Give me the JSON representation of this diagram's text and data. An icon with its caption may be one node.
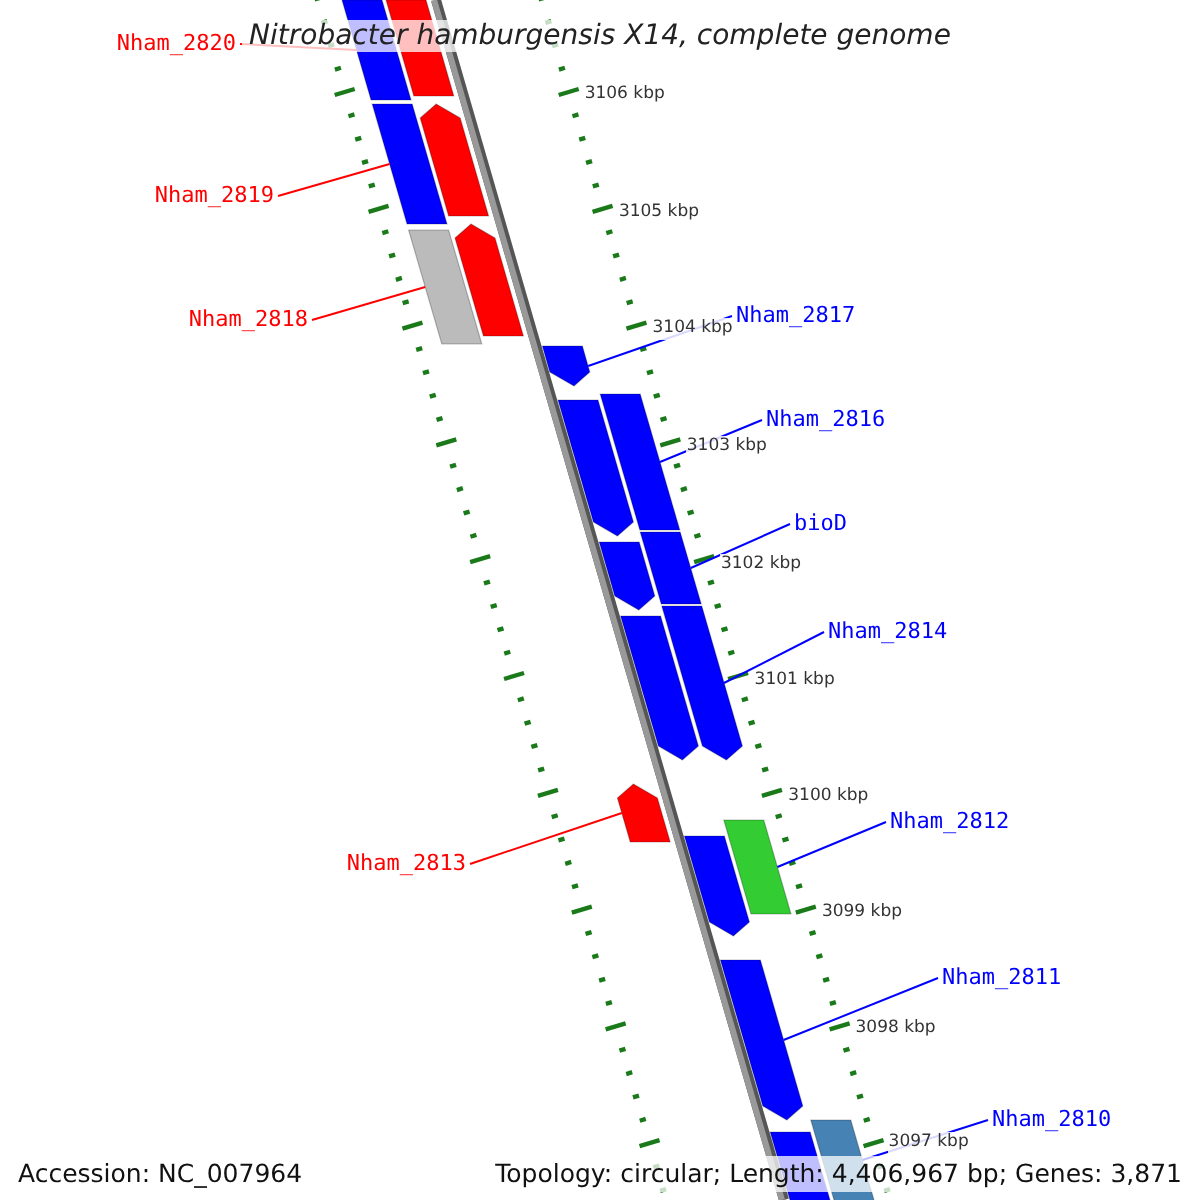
{
  "diagram": {
    "title": "Nitrobacter hamburgensis X14, complete genome",
    "nodes": [
      {
        "text": [
          "Nham_2820"
        ]
      },
      {
        "text": [
          "Nham_2819"
        ]
      },
      {
        "text": [
          "Nham_2818"
        ]
      },
      {
        "text": [
          "Nham_2817"
        ]
      },
      {
        "text": [
          "Nham_2816"
        ]
      },
      {
        "text": [
          "bioD"
        ]
      },
      {
        "text": [
          "Nham_2814"
        ]
      },
      {
        "text": [
          "Nham_2813"
        ]
      },
      {
        "text": [
          "Nham_2812"
        ]
      },
      {
        "text": [
          "Nham_2811"
        ]
      },
      {
        "text": [
          "Nham_2810"
        ]
      },
      {
        "text": [],
        "shape": "bar"
      },
      {
        "text": [],
        "shape": "bar"
      },
      {
        "text": [],
        "shape": "bar"
      },
      {
        "text": [],
        "shape": "bar"
      },
      {
        "text": [],
        "shape": "bar"
      },
      {
        "text": [],
        "shape": "bar"
      },
      {
        "text": [],
        "shape": "bar"
      },
      {
        "text": [],
        "shape": "bar"
      },
      {
        "text": [],
        "shape": "bar"
      },
      {
        "text": [],
        "shape": "bar"
      },
      {
        "text": [],
        "shape": "bar"
      }
    ],
    "edges": [
      {
        "from": 0,
        "to": 11,
        "arrow": "none",
        "color": "#ff0000"
      },
      {
        "from": 1,
        "to": 12,
        "arrow": "none",
        "color": "#ff0000"
      },
      {
        "from": 2,
        "to": 13,
        "arrow": "none",
        "color": "#ff0000"
      },
      {
        "from": 3,
        "to": 14,
        "arrow": "none"
      },
      {
        "from": 4,
        "to": 15,
        "arrow": "none"
      },
      {
        "from": 5,
        "to": 16,
        "arrow": "none"
      },
      {
        "from": 6,
        "to": 17,
        "arrow": "none"
      },
      {
        "from": 7,
        "to": 18,
        "arrow": "none",
        "color": "#ff0000"
      },
      {
        "from": 8,
        "to": 19,
        "arrow": "none"
      },
      {
        "from": 9,
        "to": 20,
        "arrow": "none"
      },
      {
        "from": 10,
        "to": 21,
        "arrow": "none"
      }
    ],
    "labels": [
      "3106 kbp",
      "3105 kbp",
      "3104 kbp",
      "3103 kbp",
      "3102 kbp",
      "3101 kbp",
      "3100 kbp",
      "3099 kbp",
      "3098 kbp",
      "3097 kbp",
      "Accession: NC_007964",
      "Topology: circular; Length: 4,406,967 bp; Genes: 3,871"
    ]
  }
}
